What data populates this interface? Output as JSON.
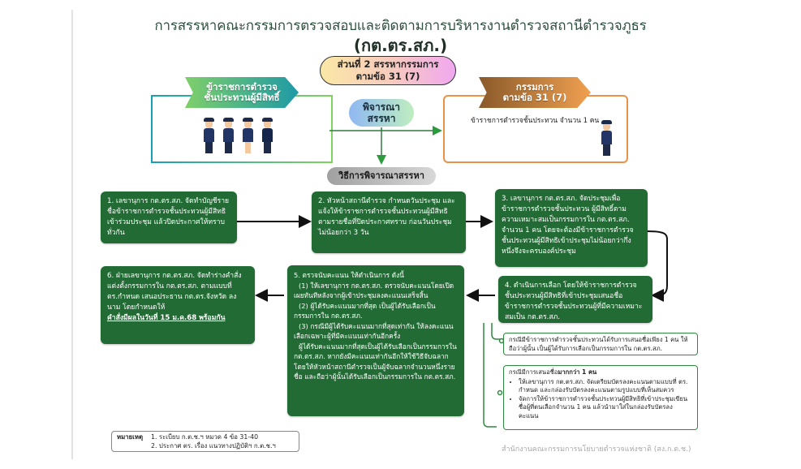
{
  "title": {
    "line1": "การสรรหาคณะกรรมการตรวจสอบและติดตามการบริหารงานตำรวจสถานีตำรวจภูธร",
    "line2": "(กต.ตร.สภ.)"
  },
  "section_badge": {
    "line1": "ส่วนที่ 2 สรรหากรรมการ",
    "line2": "ตามข้อ 31 (7)"
  },
  "left_box": {
    "ribbon_line1": "ข้าราชการตำรวจ",
    "ribbon_line2": "ชั้นประทวนผู้มีสิทธิ์",
    "icon": "police-officers-group"
  },
  "consider_pill": {
    "line1": "พิจารณา",
    "line2": "สรรหา"
  },
  "right_box": {
    "ribbon_line1": "กรรมการ",
    "ribbon_line2": "ตามข้อ 31 (7)",
    "text": "ข้าราชการตำรวจชั้นประทวน จำนวน 1 คน",
    "icon": "police-officer"
  },
  "method_pill": "วิธีการพิจารณาสรรหา",
  "steps": {
    "s1": "1. เลขานุการ กต.ตร.สภ. จัดทำบัญชีรายชื่อข้าราชการตำรวจชั้นประทวนผู้มีสิทธิเข้าร่วมประชุม แล้วปิดประกาศให้ทราบทั่วกัน",
    "s2": "2. หัวหน้าสถานีตำรวจ กำหนดวันประชุม และแจ้งให้ข้าราชการตำรวจชั้นประทวนผู้มีสิทธิตามรายชื่อที่ปิดประกาศทราบ ก่อนวันประชุมไม่น้อยกว่า 3 วัน",
    "s3": "3. เลขานุการ กต.ตร.สภ. จัดประชุมเพื่อข้าราชการตำรวจชั้นประทวน ผู้มีสิทธิ์ตามความเหมาะสมเป็นกรรมการใน กต.ตร.สภ. จำนวน 1 คน โดยจะต้องมีข้าราชการตำรวจชั้นประทวนผู้มีสิทธิเข้าประชุมไม่น้อยกว่ากึ่งหนึ่งจึงจะครบองค์ประชุม",
    "s4": "4. ดำเนินการเลือก โดยให้ข้าราชการตำรวจชั้นประทวนผู้มีสิทธิที่เข้าประชุมเสนอชื่อข้าราชการตำรวจชั้นประทวนผู้ที่มีความเหมาะสมเป็น กต.ตร.สภ.",
    "s5": {
      "head": "5. ตรวจนับคะแนน ให้ดำเนินการ ดังนี้",
      "p1": "(1) ให้เลขานุการ กต.ตร.สภ. ตรวจนับคะแนนโดยเปิดเผยทันทีหลังจากผู้เข้าประชุมลงคะแนนเสร็จสิ้น",
      "p2": "(2) ผู้ได้รับคะแนนมากที่สุด เป็นผู้ได้รับเลือกเป็นกรรมการใน กต.ตร.สภ.",
      "p3": "(3) กรณีมีผู้ได้รับคะแนนมากที่สุดเท่ากัน ให้ลงคะแนนเลือกเฉพาะผู้ที่มีคะแนนเท่ากันอีกครั้ง",
      "p4": "ผู้ได้รับคะแนนมากที่สุดเป็นผู้ได้รับเลือกเป็นกรรมการใน กต.ตร.สภ. หากยังมีคะแนนเท่ากันอีกให้ใช้วิธีจับฉลาก โดยให้หัวหน้าสถานีตำรวจเป็นผู้จับฉลากจำนวนหนึ่งรายชื่อ และถือว่าผู้นั้นได้รับเลือกเป็นกรรมการใน กต.ตร.สภ."
    },
    "s6": {
      "text": "6. ฝ่ายเลขานุการ กต.ตร.สภ. จัดทำร่างคำสั่งแต่งตั้งกรรมการใน กต.ตร.สภ. ตามแบบที่ ตร.กำหนด เสนอประธาน กต.ตร.จังหวัด ลงนาม โดยกำหนดให้",
      "emphasis": "คำสั่งมีผลในวันที่ 15 ม.ค.68 พร้อมกัน"
    }
  },
  "option_single": "กรณีมีข้าราชการตำรวจชั้นประทวนได้รับการเสนอชื่อเพียง 1 คน ให้ถือว่าผู้นั้น เป็นผู้ได้รับการเลือกเป็นกรรมการใน กต.ตร.สภ.",
  "option_multi": {
    "head_prefix": "กรณีมีการเสนอชื่อ",
    "head_bold": "มากกว่า 1 คน",
    "bullets": [
      "ให้เลขานุการ กต.ตร.สภ. จัดเตรียมบัตรลงคะแนนตามแบบที่ ตร. กำหนด และกล่องรับบัตรลงคะแนนตามรูปแบบที่เห็นสมควร",
      "จัดการให้ข้าราชการตำรวจชั้นประทวนผู้มีสิทธิที่เข้าประชุมเขียนชื่อผู้ที่ตนเลือกจำนวน 1 คน แล้วนำมาใส่ในกล่องรับบัตรลงคะแนน"
    ]
  },
  "note": {
    "label": "หมายเหตุ",
    "items": [
      "1. ระเบียบ ก.ต.ช.ฯ หมวด 4 ข้อ 31-40",
      "2. ประกาศ ตร. เรื่อง แนวทางปฏิบัติฯ ก.ต.ช.ฯ"
    ]
  },
  "footer": "สำนักงานคณะกรรมการนโยบายตำรวจแห่งชาติ (สง.ก.ต.ช.)",
  "colors": {
    "step_box": "#236b35",
    "left_border": "#1aa0b5",
    "right_border": "#e8924a",
    "title": "#2f4f3f"
  }
}
